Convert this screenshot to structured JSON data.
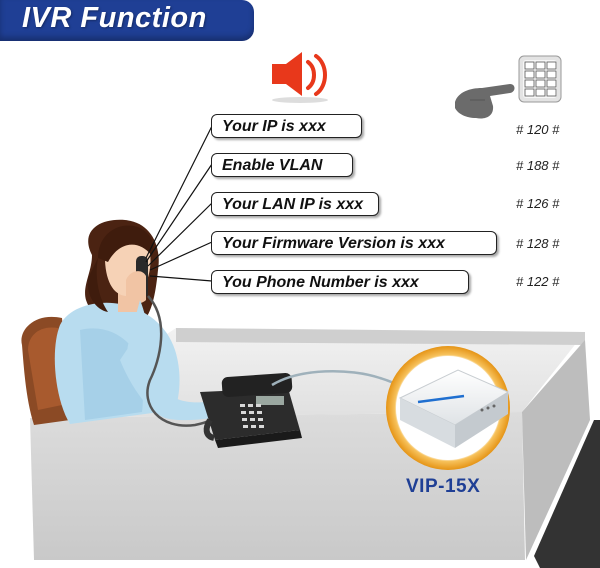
{
  "title": "IVR Function",
  "messages": [
    {
      "text": "Your IP is xxx",
      "code": "# 120 #"
    },
    {
      "text": "Enable VLAN",
      "code": "# 188 #"
    },
    {
      "text": "Your LAN IP is xxx",
      "code": "# 126 #"
    },
    {
      "text": "Your Firmware Version is xxx",
      "code": "# 128 #"
    },
    {
      "text": "You Phone Number is xxx",
      "code": "# 122 #"
    }
  ],
  "device": {
    "label": "VIP-15X"
  },
  "colors": {
    "title_bg": "#1f3f95",
    "speaker": "#e8381b",
    "device_ring": "#f2a626",
    "device_label": "#1f3f95"
  },
  "icons": [
    "speaker-icon",
    "keypad-icon",
    "pointing-hand-icon"
  ]
}
